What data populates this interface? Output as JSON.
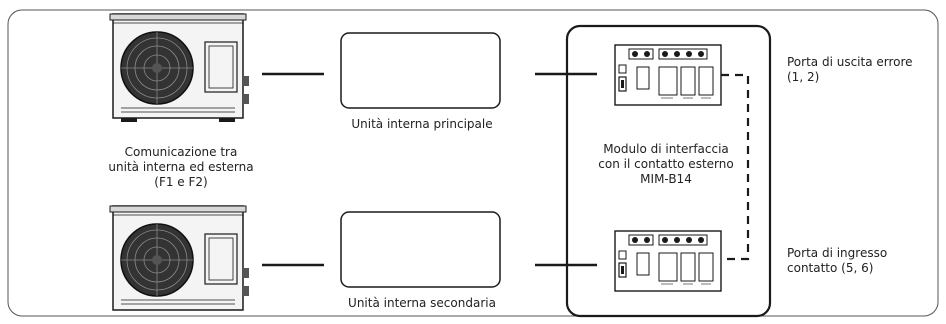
{
  "labels": {
    "outdoor_comm_line1": "Comunicazione tra",
    "outdoor_comm_line2": "unità interna ed esterna",
    "outdoor_comm_line3": "(F1 e F2)",
    "indoor_main": "Unità interna principale",
    "indoor_secondary": "Unità interna secondaria",
    "module_line1": "Modulo di interfaccia",
    "module_line2": "con il contatto esterno",
    "module_line3": "MIM-B14",
    "error_port_line1": "Porta di uscita errore",
    "error_port_line2": "(1, 2)",
    "input_port_line1": "Porta di ingresso",
    "input_port_line2": "contatto (5, 6)"
  },
  "colors": {
    "stroke": "#1a1a1a",
    "frame": "#555555",
    "panel": "#f2f2f2"
  }
}
